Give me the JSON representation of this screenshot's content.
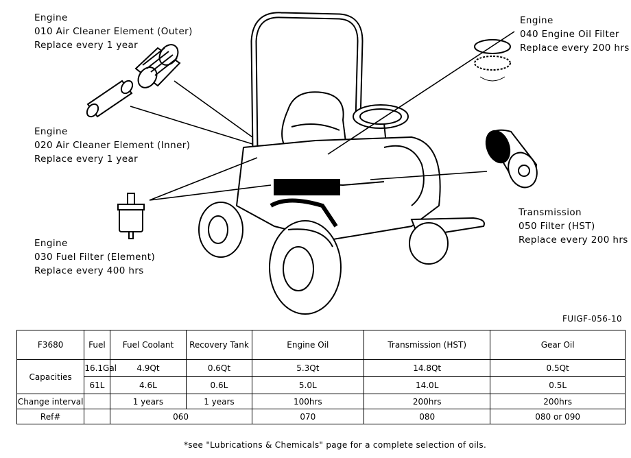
{
  "callouts": [
    {
      "id": "c010",
      "lines": [
        "Engine",
        "010 Air Cleaner Element (Outer)",
        "Replace every 1 year"
      ]
    },
    {
      "id": "c020",
      "lines": [
        "Engine",
        "020 Air Cleaner Element (Inner)",
        "Replace every 1 year"
      ]
    },
    {
      "id": "c030",
      "lines": [
        "Engine",
        "030 Fuel Filter (Element)",
        "Replace every 400 hrs"
      ]
    },
    {
      "id": "c040",
      "lines": [
        "Engine",
        "040 Engine Oil Filter",
        "Replace every 200 hrs"
      ]
    },
    {
      "id": "c050",
      "lines": [
        "Transmission",
        "050 Filter (HST)",
        "Replace every 200 hrs"
      ]
    }
  ],
  "figure_ref": "FUIGF-056-10",
  "table": {
    "headers": [
      "F3680",
      "Fuel",
      "Fuel Coolant",
      "Recovery Tank",
      "Engine Oil",
      "Transmission (HST)",
      "Gear Oil"
    ],
    "capacities_label": "Capacities",
    "capacities_us": [
      "16.1Gal",
      "4.9Qt",
      "0.6Qt",
      "5.3Qt",
      "14.8Qt",
      "0.5Qt"
    ],
    "capacities_metric": [
      "61L",
      "4.6L",
      "0.6L",
      "5.0L",
      "14.0L",
      "0.5L"
    ],
    "change_interval_label": "Change interval",
    "change_interval": [
      "",
      "1 years",
      "1 years",
      "100hrs",
      "200hrs",
      "200hrs"
    ],
    "ref_label": "Ref#",
    "refs": [
      "060",
      "070",
      "080",
      "080 or 090"
    ]
  },
  "footnote": "*see \"Lubrications & Chemicals\" page for a complete selection of oils."
}
